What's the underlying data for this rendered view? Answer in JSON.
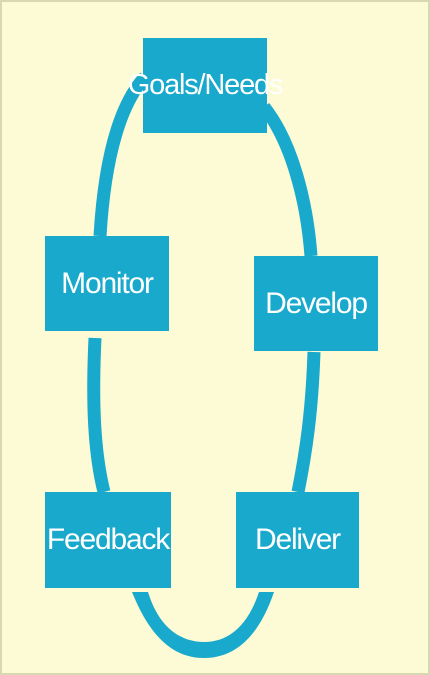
{
  "diagram": {
    "stages": {
      "goals": "Goals/Needs",
      "develop": "Develop",
      "deliver": "Deliver",
      "feedback": "Feedback",
      "monitor": "Monitor"
    },
    "colors": {
      "background": "#fdfbd6",
      "accent": "#19a9cc",
      "text": "#ffffff"
    }
  }
}
